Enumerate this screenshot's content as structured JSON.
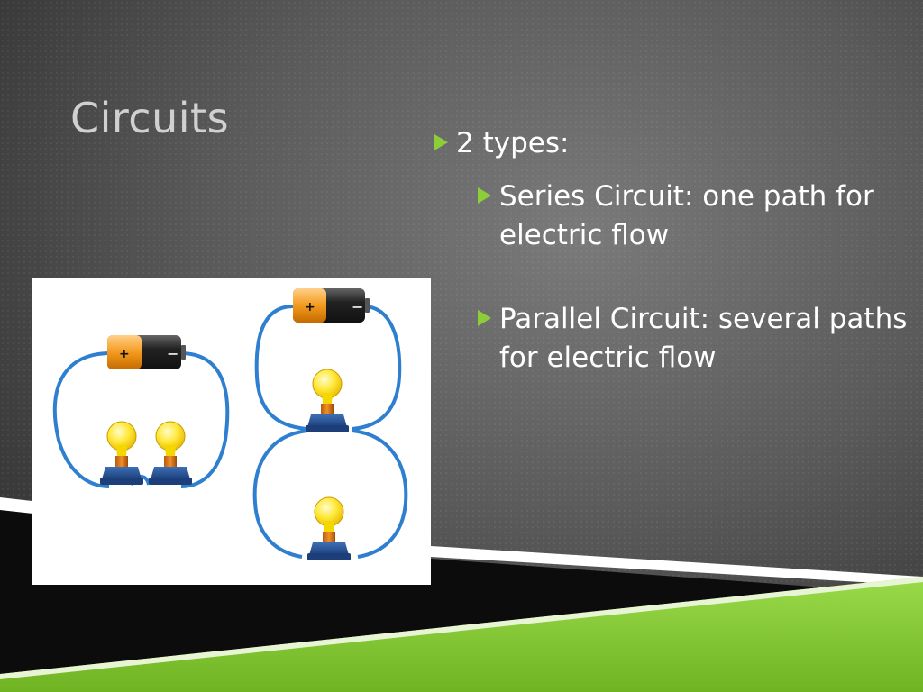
{
  "slide": {
    "title": "Circuits",
    "bullets": [
      {
        "level": 1,
        "text": "2 types:"
      },
      {
        "level": 2,
        "text": "Series Circuit: one path for electric flow"
      },
      {
        "level": 2,
        "text": "Parallel Circuit: several paths for electric flow"
      }
    ]
  },
  "figure": {
    "plus_sign": "+",
    "minus_sign": "−"
  },
  "colors": {
    "accent_green": "#8ccd3a",
    "wire_blue": "#2f7fd0",
    "title_gray": "#d0d0d0",
    "text_white": "#ffffff"
  }
}
